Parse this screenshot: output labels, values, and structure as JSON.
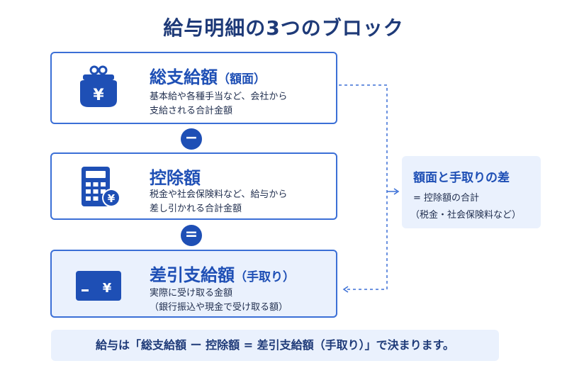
{
  "title": "給与明細の3つのブロック",
  "blocks": [
    {
      "title": "総支給額",
      "title_note": "（額面）",
      "desc1": "基本給や各種手当など、会社から",
      "desc2": "支給される合計金額",
      "icon": "purse-yen-icon"
    },
    {
      "title": "控除額",
      "title_note": "",
      "desc1": "税金や社会保険料など、給与から",
      "desc2": "差し引かれる合計金額",
      "icon": "calculator-yen-icon"
    },
    {
      "title": "差引支給額",
      "title_note": "（手取り）",
      "desc1": "実際に受け取る金額",
      "desc2": "（銀行振込や現金で受け取る額）",
      "icon": "card-yen-icon"
    }
  ],
  "operators": {
    "minus": "−",
    "equals": "="
  },
  "side_note": {
    "title": "額面と手取りの差",
    "line1": "= 控除額の合計",
    "line2": "（税金・社会保険料など）"
  },
  "footer": "給与は「総支給額 ー 控除額 = 差引支給額（手取り）」で決まります。",
  "colors": {
    "accent": "#1e4fb5",
    "border": "#3b6fd6",
    "light_bg": "#eaf1fd"
  }
}
